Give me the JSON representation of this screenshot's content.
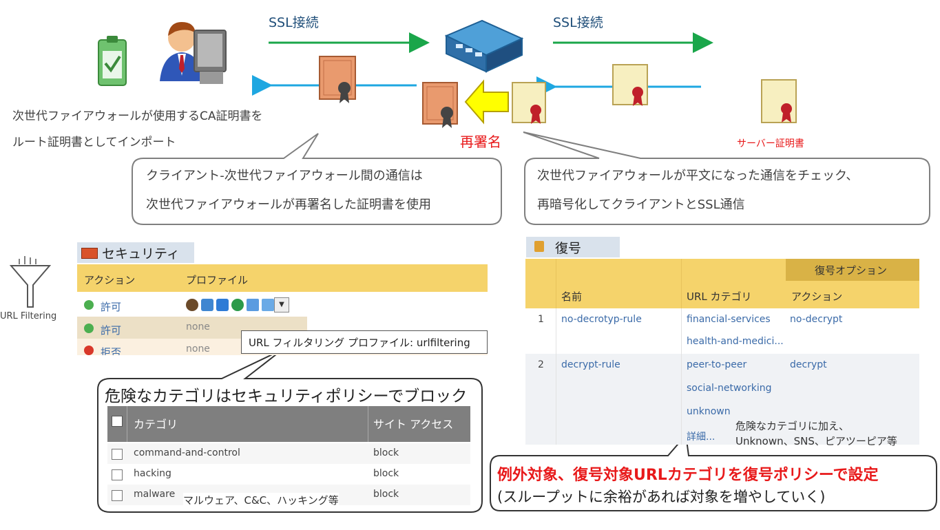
{
  "top": {
    "ssl_left": "SSL接続",
    "ssl_right": "SSL接続",
    "resign_label": "再署名",
    "server_cert_label": "サーバー証明書",
    "import_line1": "次世代ファイアウォールが使用するCA証明書を",
    "import_line2": "ルート証明書としてインポート"
  },
  "callouts": {
    "left_line1": "クライアント-次世代ファイアウォール間の通信は",
    "left_line2": "次世代ファイアウォールが再署名した証明書を使用",
    "right_line1": "次世代ファイアウォールが平文になった通信をチェック、",
    "right_line2": "再暗号化してクライアントとSSL通信"
  },
  "security": {
    "title": "セキュリティ",
    "col_action": "アクション",
    "col_profile": "プロファイル",
    "rows": [
      {
        "action": "許可",
        "profile": ""
      },
      {
        "action": "許可",
        "profile": "none"
      },
      {
        "action": "拒否",
        "profile": "none"
      }
    ],
    "tooltip": "URL フィルタリング プロファイル: urlfiltering",
    "filter_label": "URL Filtering"
  },
  "block_box": {
    "title": "危険なカテゴリはセキュリティポリシーでブロック",
    "col_category": "カテゴリ",
    "col_access": "サイト アクセス",
    "rows": [
      {
        "category": "command-and-control",
        "access": "block"
      },
      {
        "category": "hacking",
        "access": "block"
      },
      {
        "category": "malware",
        "access": "block"
      }
    ],
    "note": "マルウェア、C&C、ハッキング等"
  },
  "decrypt": {
    "title": "復号",
    "options_header": "復号オプション",
    "col_name": "名前",
    "col_url": "URL カテゴリ",
    "col_action": "アクション",
    "rows": [
      {
        "num": "1",
        "name": "no-decrotyp-rule",
        "urls": [
          "financial-services",
          "health-and-medici..."
        ],
        "action": "no-decrypt"
      },
      {
        "num": "2",
        "name": "decrypt-rule",
        "urls": [
          "peer-to-peer",
          "social-networking",
          "unknown",
          "詳細..."
        ],
        "action": "decrypt"
      }
    ],
    "note_line1": "危険なカテゴリに加え、",
    "note_line2": "Unknown、SNS、ピアツーピア等"
  },
  "bottom_box": {
    "line1": "例外対象、復号対象URLカテゴリを復号ポリシーで設定",
    "line2": "(スループットに余裕があれば対象を増やしていく)"
  },
  "colors": {
    "green_arrow": "#1aa64a",
    "blue_arrow": "#1ea7e1",
    "red_text": "#e8191a",
    "table_header": "#f5d36b"
  }
}
